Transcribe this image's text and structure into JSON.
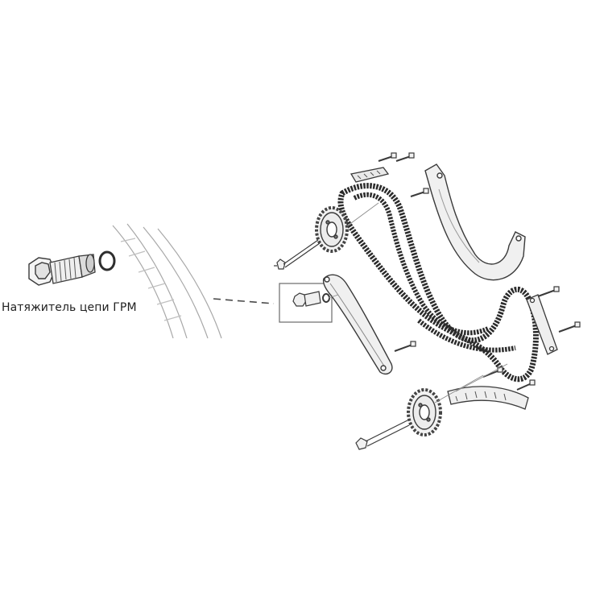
{
  "callout": {
    "label": "Натяжитель цепи ГРМ"
  },
  "colors": {
    "line": "#3a3a3a",
    "light_line": "#9a9a9a",
    "chain": "#2b2b2b",
    "background": "#ffffff"
  },
  "parts": [
    "tensioner-detail-inset",
    "tensioner-highlight-box",
    "upper-camshaft-sprocket",
    "lower-camshaft-sprocket",
    "timing-chain",
    "tensioner-rail",
    "upper-guide-rail",
    "right-guide-rail",
    "lower-guide-rail",
    "top-slide-guide",
    "mounting-bolts"
  ]
}
